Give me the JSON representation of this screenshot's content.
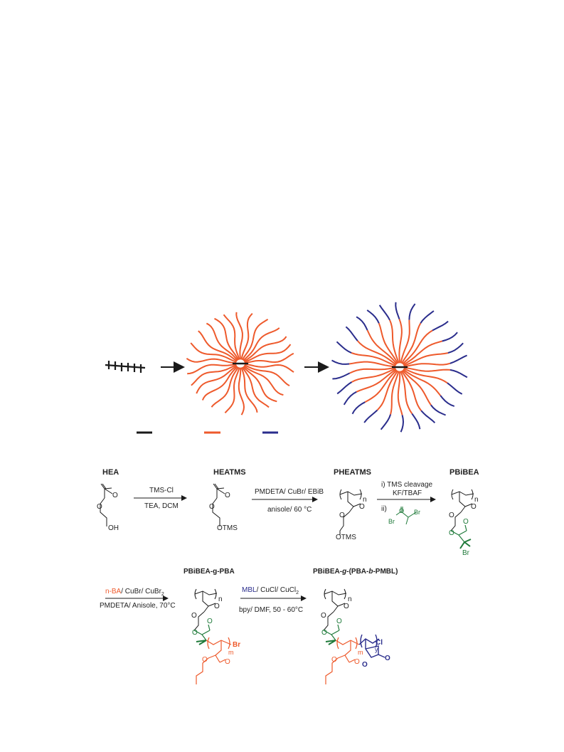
{
  "colors": {
    "backbone": "#1a1a1a",
    "pba": "#ee5a2c",
    "pmbl": "#2a2d8c",
    "initiator": "#1f7a3a"
  },
  "compounds": {
    "hea": "HEA",
    "heatms": "HEATMS",
    "pheatms": "PHEATMS",
    "pbibea": "PBiBEA",
    "pbibea_g_pba": "PBiBEA-g-PBA",
    "final_pre": "PBiBEA-",
    "final_g": "g",
    "final_mid": "-(PBA-",
    "final_b": "b",
    "final_post": "-PMBL)"
  },
  "steps": {
    "s1_top": "TMS-Cl",
    "s1_bottom": "TEA, DCM",
    "s2_top": "PMDETA/ CuBr/ EBiB",
    "s2_bottom": "anisole/ 60 °C",
    "s3_line1": "i) TMS cleavage",
    "s3_line2": "KF/TBAF",
    "s3_line3": "ii)",
    "s4_nba": "n-BA",
    "s4_rest": "/ CuBr/ CuBr",
    "s4_sub": "2",
    "s4_bottom": "PMDETA/ Anisole, 70°C",
    "s5_mbl": "MBL",
    "s5_rest": "/ CuCl/ CuCl",
    "s5_sub": "2",
    "s5_bottom": "bpy/ DMF, 50 - 60°C"
  },
  "atoms": {
    "O": "O",
    "OH": "OH",
    "OTMS": "OTMS",
    "Br": "Br",
    "Cl": "Cl",
    "n": "n",
    "m": "m",
    "y": "y"
  }
}
